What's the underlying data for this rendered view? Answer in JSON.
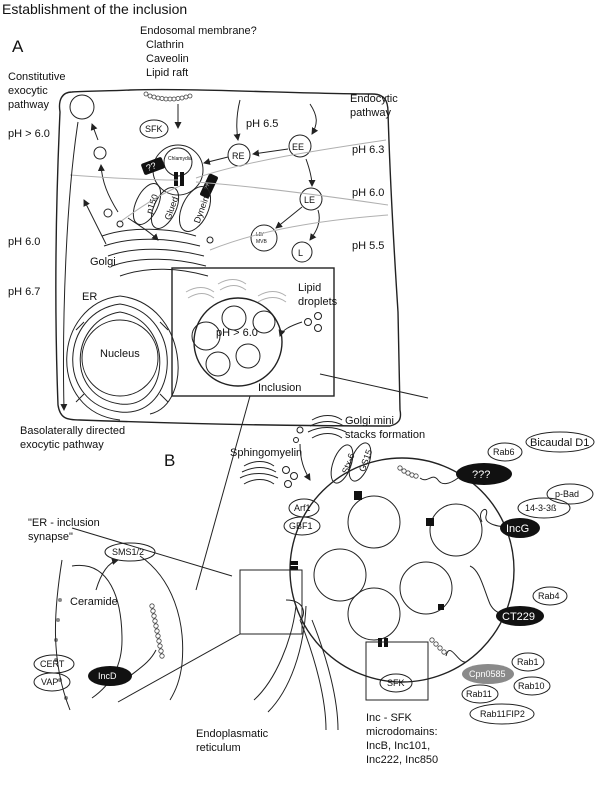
{
  "title": "Establishment of the inclusion",
  "panel_a": {
    "label": "A",
    "endosomal_membrane": [
      "Endosomal membrane?",
      "Clathrin",
      "Caveolin",
      "Lipid raft"
    ],
    "constitutive_pathway": [
      "Constitutive",
      "exocytic",
      "pathway"
    ],
    "endocytic_pathway": [
      "Endocytic",
      "pathway"
    ],
    "ph_values": {
      "left_top": "pH > 6.0",
      "left_mid": "pH 6.0",
      "left_low": "pH 6.7",
      "re": "pH 6.5",
      "ee": "pH 6.3",
      "le": "pH 6.0",
      "lys": "pH 5.5",
      "inclusion": "pH > 6.0"
    },
    "sfk": "SFK",
    "chlamydia": "Chlamydia",
    "unknown_marker": "??",
    "dynactin": [
      "p150",
      "Glued"
    ],
    "dynein": "Dynein",
    "compartments": {
      "re": "RE",
      "ee": "EE",
      "le": "LE",
      "le_mvb": [
        "LE/",
        "MVB"
      ],
      "lysosome": "L"
    },
    "golgi": "Golgi",
    "er": "ER",
    "nucleus": "Nucleus",
    "lipid_droplets": [
      "Lipid",
      "droplets"
    ],
    "inclusion": "Inclusion",
    "basolateral": [
      "Basolaterally directed",
      "exocytic pathway"
    ]
  },
  "panel_b": {
    "label": "B",
    "golgi_mini": [
      "Golgi mini",
      "stacks formation"
    ],
    "sphingomyelin": "Sphingomyelin",
    "stx6": "Stx-6",
    "gs15": "GS15",
    "arf1": "Arf1",
    "gbf1": "GBF1",
    "er_synapse": [
      "\"ER - inclusion",
      "synapse\""
    ],
    "sms": "SMS1/2",
    "ceramide": "Ceramide",
    "cert": "CERT",
    "vap": "VAP",
    "incd": "IncD",
    "unknown": "???",
    "rab6": "Rab6",
    "bicaudal": "Bicaudal D1",
    "p_bad": "p-Bad",
    "ywhab": "14-3-3ß",
    "incg": "IncG",
    "rab4": "Rab4",
    "ct229": "CT229",
    "cpn0585": "Cpn0585",
    "rab1": "Rab1",
    "rab10": "Rab10",
    "rab11": "Rab11",
    "rab11fip2": "Rab11FIP2",
    "sfk": "SFK",
    "endoplasmatic": [
      "Endoplasmatic",
      "reticulum"
    ],
    "microdomains": [
      "Inc - SFK",
      "microdomains:",
      "IncB, Inc101,",
      "Inc222, Inc850"
    ]
  }
}
